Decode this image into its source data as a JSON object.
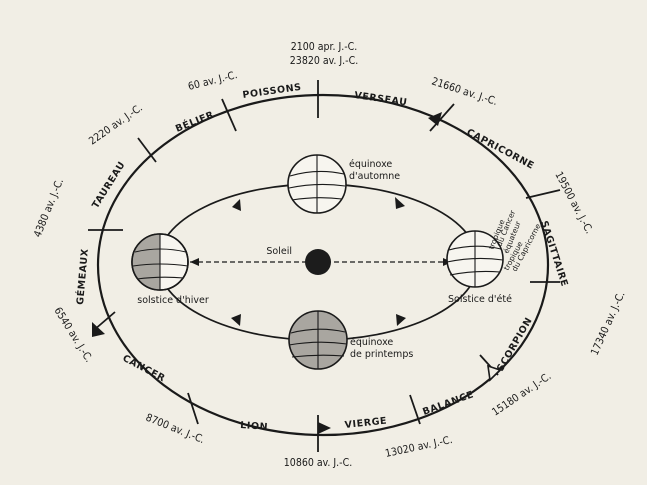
{
  "zodiac": {
    "poissons": "POISSONS",
    "verseau": "VERSEAU",
    "belier": "BÉLIER",
    "capricorne": "CAPRICORNE",
    "taureau": "TAUREAU",
    "sagittaire": "SAGITTAIRE",
    "gemeaux": "GÉMEAUX",
    "scorpion": "SCORPION",
    "cancer": "CANCER",
    "balance": "BALANCE",
    "lion": "LION",
    "vierge": "VIERGE"
  },
  "dates": {
    "top_1": "2100 apr. J.-C.",
    "top_2": "23820 av. J.-C.",
    "d60": "60 av. J.-C.",
    "d21660": "21660 av. J.-C.",
    "d2220": "2220 av. J.-C.",
    "d19500": "19500 av. J.-C.",
    "d4380": "4380 av. J.-C.",
    "d6540": "6540 av. J.-C.",
    "d17340": "17340 av. J.-C.",
    "d15180": "15180 av. J.-C.",
    "d8700": "8700 av. J.-C.",
    "d13020": "13020 av. J.-C.",
    "d10860": "10860 av. J.-C."
  },
  "labels": {
    "equinoxe_automne_1": "équinoxe",
    "equinoxe_automne_2": "d'automne",
    "soleil": "Soleil",
    "solstice_hiver": "solstice d'hiver",
    "solstice_ete": "Solstice d'été",
    "equinoxe_printemps_1": "équinoxe",
    "equinoxe_printemps_2": "de printemps",
    "tropique_cancer_1": "tropique",
    "tropique_cancer_2": "du Cancer",
    "equateur": "équateur",
    "tropique_capricorne_1": "tropique",
    "tropique_capricorne_2": "du Capricorne"
  }
}
